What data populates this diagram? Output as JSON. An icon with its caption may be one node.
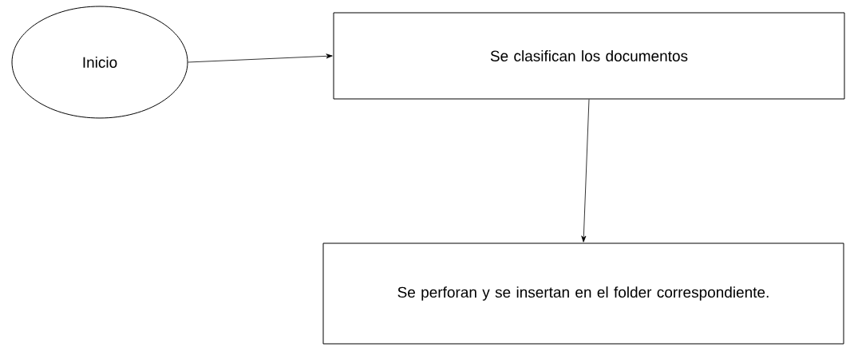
{
  "diagram": {
    "nodes": [
      {
        "text": [
          "Inicio"
        ]
      },
      {
        "text": [
          "Se clasifican los documentos"
        ]
      },
      {
        "text": [
          "Se perforan y se insertan en el folder correspondiente."
        ]
      }
    ],
    "edges": [
      {
        "from": 0,
        "to": 1,
        "arrow": "to"
      },
      {
        "from": 1,
        "to": 2,
        "arrow": "to"
      }
    ]
  }
}
